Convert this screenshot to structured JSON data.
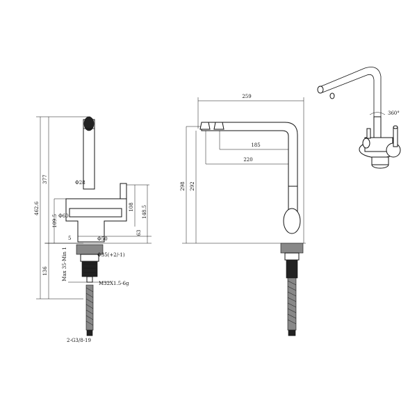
{
  "side_view": {
    "dims": {
      "total_height": "462.6",
      "upper_height": "377",
      "lower_height": "136",
      "spout_dia": "Φ28",
      "handle_height": "108",
      "body_height": "148.5",
      "body_dia": "Φ60",
      "left_height": "109.5",
      "base_offset": "63",
      "base_dia": "Φ50",
      "small_left": "5",
      "hole_dia": "Φ35(+2/-1)",
      "max_thickness": "Max 35-Min 1",
      "thread": "M32X1.5-6g",
      "hose_thread": "2-G3/8-19"
    }
  },
  "front_view": {
    "dims": {
      "reach_total": "259",
      "reach_185": "185",
      "reach_220": "220",
      "height_298": "298",
      "height_292": "292"
    }
  },
  "perspective_view": {
    "rotation_label": "360°"
  }
}
